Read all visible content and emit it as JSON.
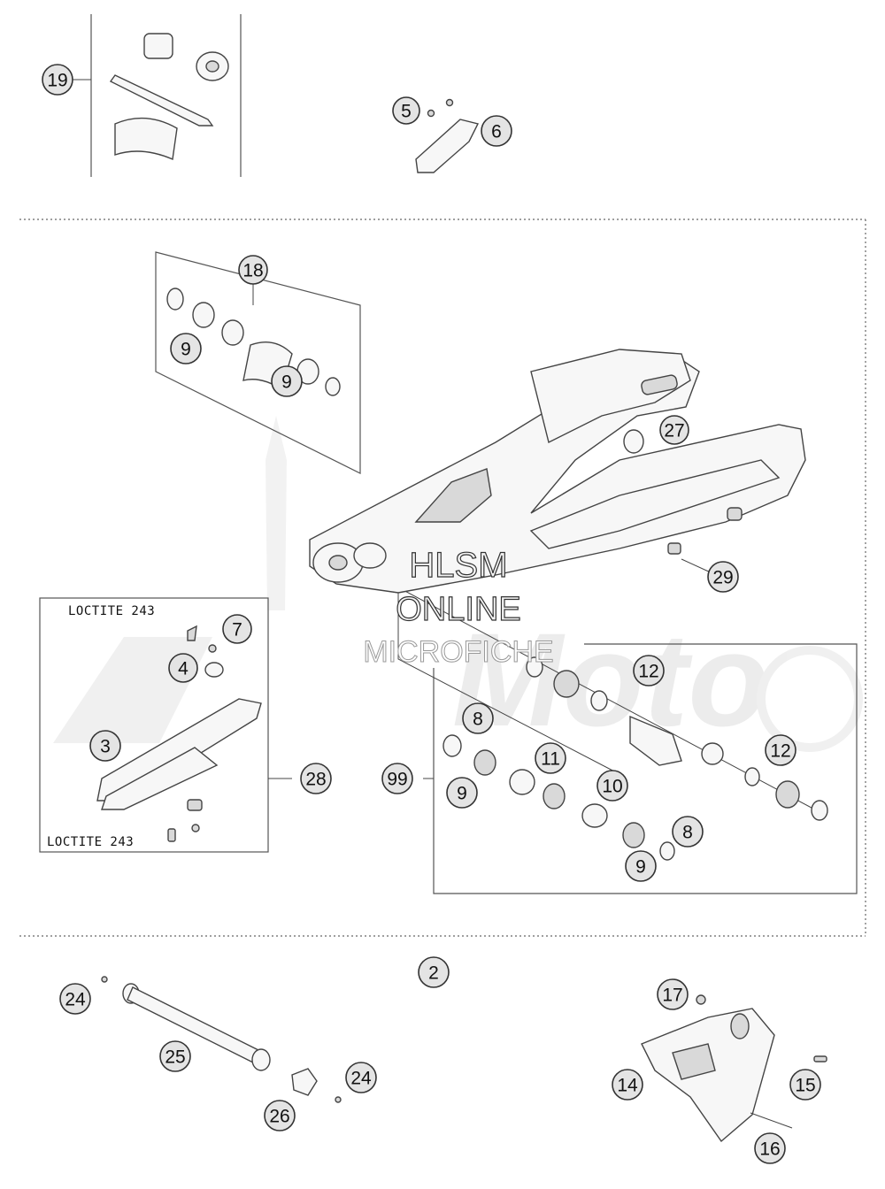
{
  "diagram": {
    "callouts": [
      "19",
      "5",
      "6",
      "18",
      "9",
      "9",
      "27",
      "29",
      "7",
      "4",
      "3",
      "28",
      "99",
      "8",
      "11",
      "10",
      "9",
      "9",
      "8",
      "12",
      "12",
      "2",
      "24",
      "25",
      "24",
      "26",
      "17",
      "14",
      "15",
      "16"
    ],
    "notes": [
      "LOCTITE 243",
      "LOCTITE 243"
    ],
    "watermark": {
      "line1": "HLSM",
      "line2": "ONLINE",
      "line3": "MICROFICHE",
      "background_brand": "Moto"
    }
  }
}
